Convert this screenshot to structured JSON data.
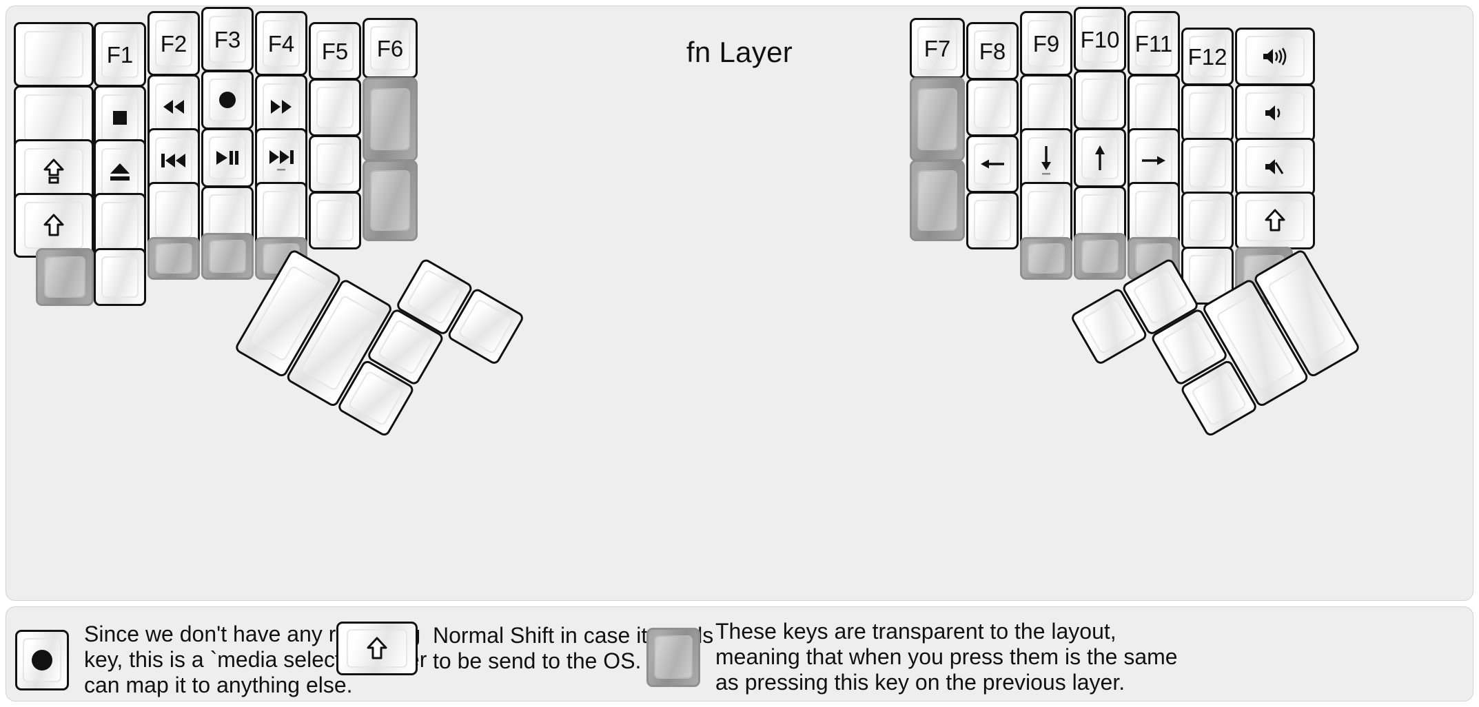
{
  "title": "fn Layer",
  "colors": {
    "background": "#eeeeee",
    "key_border": "#111111",
    "key_face": "#ffffff",
    "transparent_key": "#a6a6a6",
    "transparent_key_cap": "#c3c3c3",
    "text": "#111111"
  },
  "left_half": {
    "columns": [
      {
        "name": "pinky-outer",
        "keys": [
          {
            "label": "",
            "icon": "",
            "type": "normal"
          },
          {
            "label": "",
            "icon": "",
            "type": "normal"
          },
          {
            "label": "",
            "icon": "caps-lock-shift-icon",
            "type": "normal"
          },
          {
            "label": "",
            "icon": "shift-icon",
            "type": "normal"
          },
          {
            "label": "",
            "icon": "",
            "type": "transparent"
          }
        ]
      },
      {
        "name": "pinky",
        "keys": [
          {
            "label": "F1",
            "icon": "",
            "type": "normal"
          },
          {
            "label": "",
            "icon": "media-stop-icon",
            "type": "normal"
          },
          {
            "label": "",
            "icon": "media-eject-icon",
            "type": "normal"
          },
          {
            "label": "",
            "icon": "",
            "type": "normal"
          },
          {
            "label": "",
            "icon": "",
            "type": "normal"
          }
        ]
      },
      {
        "name": "ring",
        "keys": [
          {
            "label": "F2",
            "icon": "",
            "type": "normal"
          },
          {
            "label": "",
            "icon": "media-rewind-icon",
            "type": "normal"
          },
          {
            "label": "",
            "icon": "media-previous-icon",
            "type": "normal"
          },
          {
            "label": "",
            "icon": "",
            "type": "normal"
          },
          {
            "label": "",
            "icon": "",
            "type": "transparent"
          }
        ]
      },
      {
        "name": "middle",
        "keys": [
          {
            "label": "F3",
            "icon": "",
            "type": "normal"
          },
          {
            "label": "",
            "icon": "media-record-icon",
            "type": "normal"
          },
          {
            "label": "",
            "icon": "media-play-pause-icon",
            "type": "normal"
          },
          {
            "label": "",
            "icon": "",
            "type": "normal"
          },
          {
            "label": "",
            "icon": "",
            "type": "transparent"
          }
        ]
      },
      {
        "name": "index",
        "keys": [
          {
            "label": "F4",
            "icon": "",
            "type": "normal"
          },
          {
            "label": "",
            "icon": "media-fast-forward-icon",
            "type": "normal"
          },
          {
            "label": "",
            "icon": "media-next-icon",
            "type": "normal"
          },
          {
            "label": "",
            "icon": "",
            "type": "normal"
          },
          {
            "label": "",
            "icon": "",
            "type": "transparent"
          }
        ]
      },
      {
        "name": "index-inner",
        "keys": [
          {
            "label": "F5",
            "icon": "",
            "type": "normal"
          },
          {
            "label": "",
            "icon": "",
            "type": "normal"
          },
          {
            "label": "",
            "icon": "",
            "type": "normal"
          },
          {
            "label": "",
            "icon": "",
            "type": "normal"
          }
        ]
      },
      {
        "name": "inner-most",
        "keys": [
          {
            "label": "F6",
            "icon": "",
            "type": "normal"
          },
          {
            "label": "",
            "icon": "",
            "type": "transparent"
          },
          {
            "label": "",
            "icon": "",
            "type": "transparent"
          }
        ]
      }
    ],
    "thumb_cluster": [
      {
        "label": "",
        "icon": "",
        "type": "normal"
      },
      {
        "label": "",
        "icon": "",
        "type": "normal"
      },
      {
        "label": "",
        "icon": "",
        "type": "normal"
      },
      {
        "label": "",
        "icon": "",
        "type": "normal"
      },
      {
        "label": "",
        "icon": "",
        "type": "normal"
      },
      {
        "label": "",
        "icon": "",
        "type": "normal"
      }
    ]
  },
  "right_half": {
    "columns": [
      {
        "name": "inner-most",
        "keys": [
          {
            "label": "F7",
            "icon": "",
            "type": "normal"
          },
          {
            "label": "",
            "icon": "",
            "type": "transparent"
          },
          {
            "label": "",
            "icon": "",
            "type": "transparent"
          }
        ]
      },
      {
        "name": "index-inner",
        "keys": [
          {
            "label": "F8",
            "icon": "",
            "type": "normal"
          },
          {
            "label": "",
            "icon": "",
            "type": "normal"
          },
          {
            "label": "",
            "icon": "arrow-left-icon",
            "type": "normal"
          },
          {
            "label": "",
            "icon": "",
            "type": "normal"
          }
        ]
      },
      {
        "name": "index",
        "keys": [
          {
            "label": "F9",
            "icon": "",
            "type": "normal"
          },
          {
            "label": "",
            "icon": "",
            "type": "normal"
          },
          {
            "label": "",
            "icon": "arrow-down-icon",
            "type": "normal"
          },
          {
            "label": "",
            "icon": "",
            "type": "normal"
          },
          {
            "label": "",
            "icon": "",
            "type": "transparent"
          }
        ]
      },
      {
        "name": "middle",
        "keys": [
          {
            "label": "F10",
            "icon": "",
            "type": "normal"
          },
          {
            "label": "",
            "icon": "",
            "type": "normal"
          },
          {
            "label": "",
            "icon": "arrow-up-icon",
            "type": "normal"
          },
          {
            "label": "",
            "icon": "",
            "type": "normal"
          },
          {
            "label": "",
            "icon": "",
            "type": "transparent"
          }
        ]
      },
      {
        "name": "ring",
        "keys": [
          {
            "label": "F11",
            "icon": "",
            "type": "normal"
          },
          {
            "label": "",
            "icon": "",
            "type": "normal"
          },
          {
            "label": "",
            "icon": "arrow-right-icon",
            "type": "normal"
          },
          {
            "label": "",
            "icon": "",
            "type": "normal"
          },
          {
            "label": "",
            "icon": "",
            "type": "transparent"
          }
        ]
      },
      {
        "name": "pinky",
        "keys": [
          {
            "label": "F12",
            "icon": "",
            "type": "normal"
          },
          {
            "label": "",
            "icon": "",
            "type": "normal"
          },
          {
            "label": "",
            "icon": "",
            "type": "normal"
          },
          {
            "label": "",
            "icon": "",
            "type": "normal"
          },
          {
            "label": "",
            "icon": "",
            "type": "normal"
          }
        ]
      },
      {
        "name": "pinky-outer",
        "keys": [
          {
            "label": "",
            "icon": "volume-up-icon",
            "type": "normal"
          },
          {
            "label": "",
            "icon": "volume-down-icon",
            "type": "normal"
          },
          {
            "label": "",
            "icon": "volume-mute-icon",
            "type": "normal"
          },
          {
            "label": "",
            "icon": "shift-icon",
            "type": "normal"
          },
          {
            "label": "",
            "icon": "",
            "type": "transparent"
          }
        ]
      }
    ],
    "thumb_cluster": [
      {
        "label": "",
        "icon": "",
        "type": "normal"
      },
      {
        "label": "",
        "icon": "",
        "type": "normal"
      },
      {
        "label": "",
        "icon": "",
        "type": "normal"
      },
      {
        "label": "",
        "icon": "",
        "type": "normal"
      },
      {
        "label": "",
        "icon": "",
        "type": "normal"
      },
      {
        "label": "",
        "icon": "",
        "type": "normal"
      }
    ]
  },
  "legend": [
    {
      "key_icon": "media-record-icon",
      "key_type": "normal",
      "text": "Since we don't have any recording\nkey, this is a `media select` so user\ncan map it to anything else."
    },
    {
      "key_icon": "shift-icon",
      "key_type": "normal",
      "text": "Normal Shift in case it needs\nto be send to the OS."
    },
    {
      "key_icon": "",
      "key_type": "transparent",
      "text": "These keys are transparent to the layout,\nmeaning that when you press them is the same\nas pressing this key on the previous layer."
    }
  ]
}
